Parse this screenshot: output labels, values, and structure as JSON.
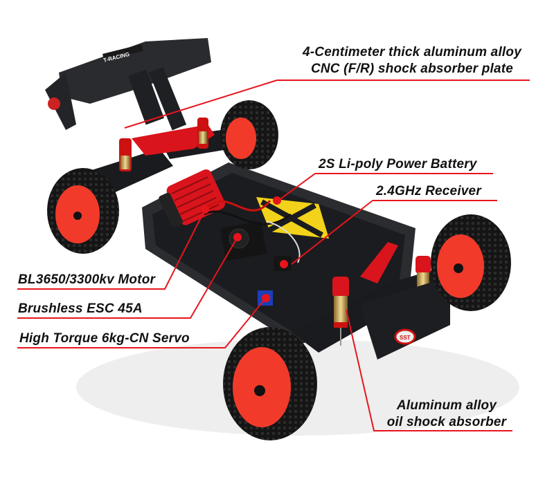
{
  "colors": {
    "callout_line": "#e8141c",
    "callout_dot": "#e8141c",
    "text": "#111111",
    "chassis": "#1e1f22",
    "accent_red": "#d9141c",
    "wheel_red": "#f23a2a",
    "battery_yellow": "#f2d21a",
    "background": "#ffffff"
  },
  "product": {
    "wing_brand_text": "T-RACING",
    "badge_text": "SST"
  },
  "callouts": [
    {
      "id": "shock-plate",
      "lines": [
        "4-Centimeter thick aluminum alloy",
        "CNC (F/R) shock absorber plate"
      ]
    },
    {
      "id": "battery",
      "lines": [
        "2S Li-poly Power Battery"
      ]
    },
    {
      "id": "receiver",
      "lines": [
        "2.4GHz Receiver"
      ]
    },
    {
      "id": "motor",
      "lines": [
        "BL3650/3300kv Motor"
      ]
    },
    {
      "id": "esc",
      "lines": [
        "Brushless ESC 45A"
      ]
    },
    {
      "id": "servo",
      "lines": [
        "High Torque 6kg-CN Servo"
      ]
    },
    {
      "id": "oil-shock",
      "lines": [
        "Aluminum alloy",
        "oil shock absorber"
      ]
    }
  ]
}
